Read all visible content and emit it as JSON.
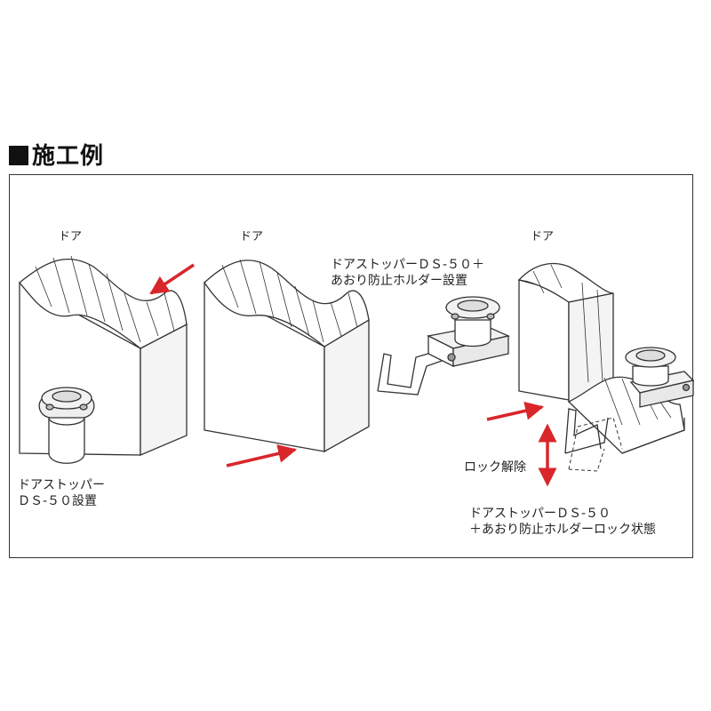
{
  "heading": {
    "marker": "■",
    "text": "施工例"
  },
  "labels": {
    "door_1": "ドア",
    "door_2": "ドア",
    "door_3": "ドア",
    "step1_line1": "ドアストッパー",
    "step1_line2": "ＤＳ-５０設置",
    "step2_line1": "ドアストッパーＤＳ-５０＋",
    "step2_line2": "あおり防止ホルダー設置",
    "release": "ロック解除",
    "step3_line1": "ドアストッパーＤＳ-５０",
    "step3_line2": "＋あおり防止ホルダーロック状態"
  },
  "colors": {
    "arrow": "#d9262b",
    "line": "#333333",
    "fill": "#ffffff"
  }
}
